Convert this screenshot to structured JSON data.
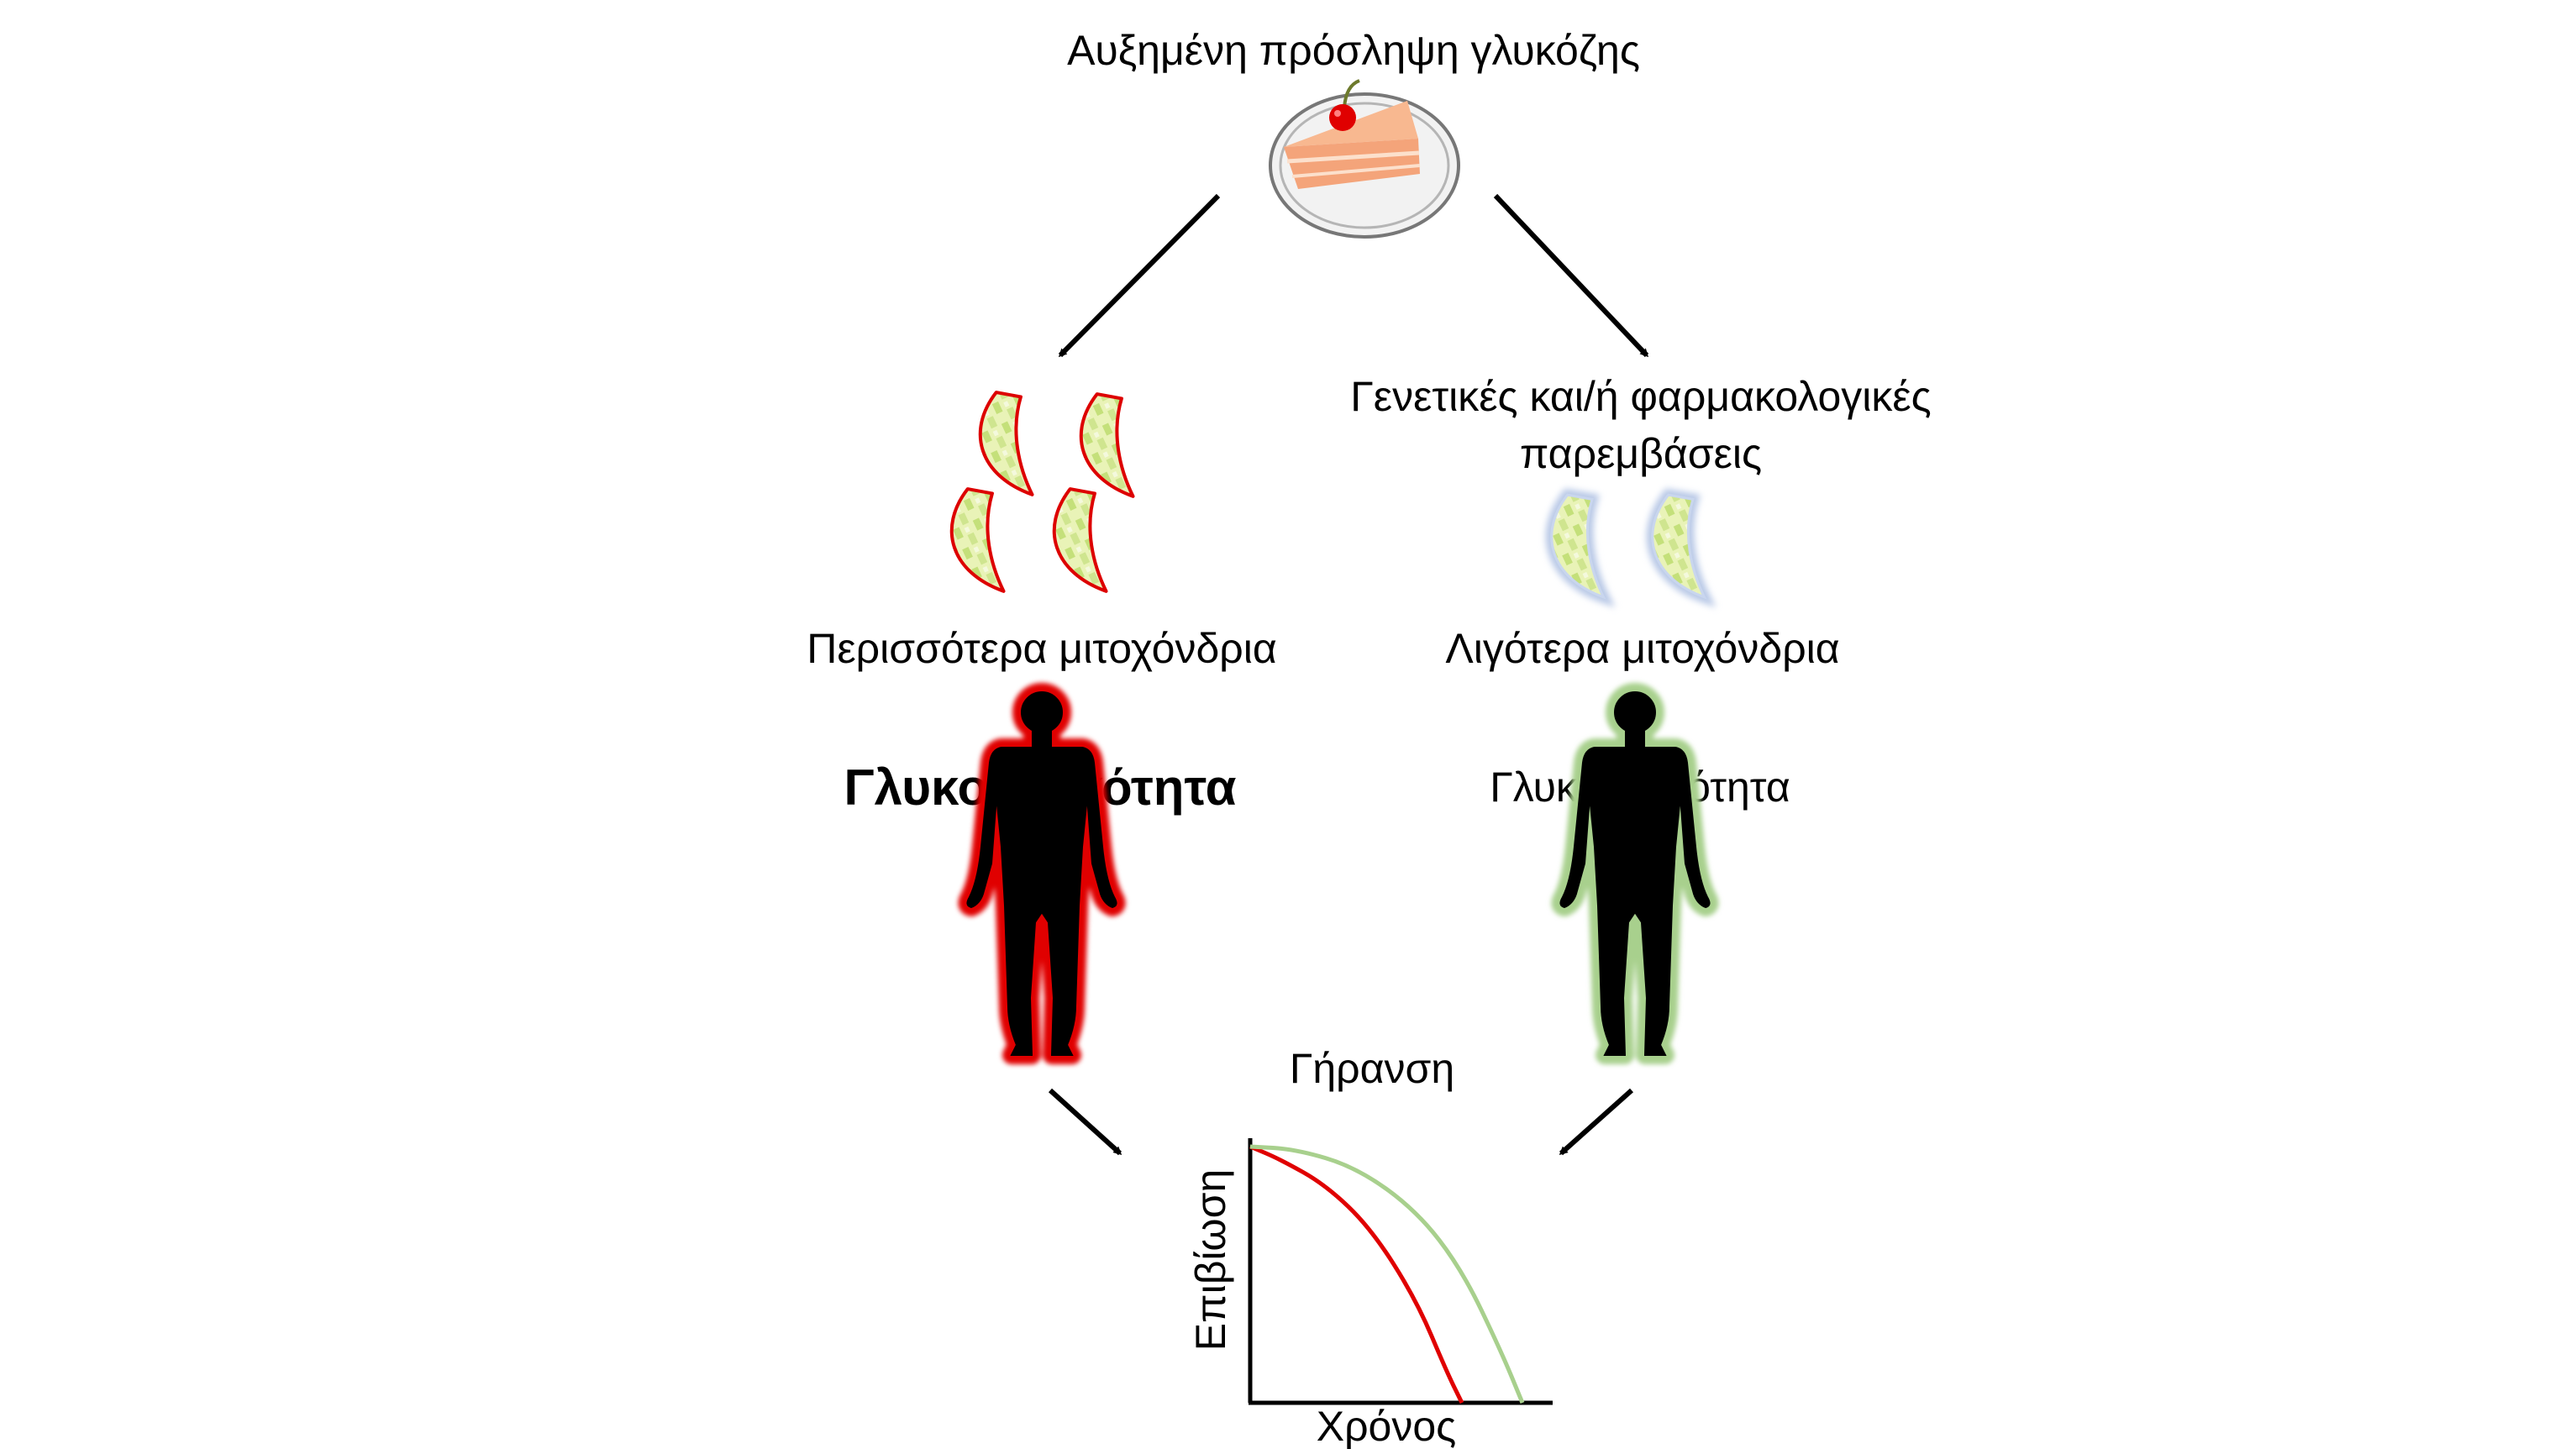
{
  "top": {
    "title": "Αυξημένη πρόσληψη γλυκόζης",
    "icon": "cake-slice-icon"
  },
  "left_branch": {
    "mito_label": "Περισσότερα μιτοχόνδρια",
    "outcome_label": "Γλυκοτοξικότητα",
    "mito_outline_color": "#dd0000",
    "body_glow_color": "#ee0000"
  },
  "right_branch": {
    "intervention_line1": "Γενετικές και/ή φαρμακολογικές",
    "intervention_line2": "παρεμβάσεις",
    "mito_label": "Λιγότερα μιτοχόνδρια",
    "outcome_label": "Γλυκοτοξικότητα",
    "mito_outline_color": "#b8c8e6",
    "body_glow_color": "#a8d08d"
  },
  "chart_data": {
    "type": "line",
    "title": "Γήρανση",
    "xlabel": "Χρόνος",
    "ylabel": "Επιβίωση",
    "grid": false,
    "series": [
      {
        "color": "#e00000",
        "x": [
          0,
          0.1,
          0.25,
          0.4,
          0.55,
          0.65,
          0.7
        ],
        "y": [
          1,
          0.95,
          0.85,
          0.68,
          0.4,
          0.12,
          0
        ]
      },
      {
        "color": "#a8d08d",
        "x": [
          0,
          0.15,
          0.35,
          0.55,
          0.7,
          0.83,
          0.9
        ],
        "y": [
          1,
          0.99,
          0.92,
          0.75,
          0.52,
          0.2,
          0
        ]
      }
    ]
  }
}
